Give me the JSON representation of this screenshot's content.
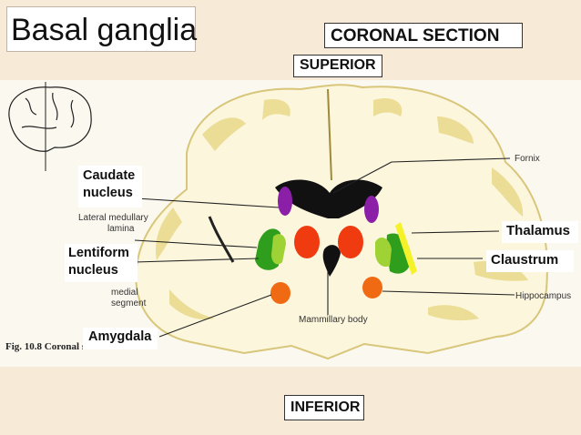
{
  "title": "Basal ganglia",
  "section_label": "CORONAL SECTION",
  "orientation": {
    "top": "SUPERIOR",
    "bottom": "INFERIOR"
  },
  "structure_labels": {
    "caudate_line1": "Caudate",
    "caudate_line2": "nucleus",
    "lentiform_line1": "Lentiform",
    "lentiform_line2": "nucleus",
    "amygdala": "Amygdala",
    "thalamus": "Thalamus",
    "claustrum": "Claustrum"
  },
  "printed_figure_labels": {
    "fornix": "Fornix",
    "lateral_medullary_line1": "Lateral medullary",
    "lateral_medullary_line2": "lamina",
    "medial_line1": "medial",
    "medial_line2": "segment",
    "hippocampus": "Hippocampus",
    "mammillary": "Mammillary body",
    "caption": "Fig. 10.8 Coronal section"
  },
  "colors": {
    "caudate": "#8b1fa8",
    "putamen": "#2e9e1c",
    "globus_pallidus": "#9fd234",
    "thalamus": "#f03a10",
    "amygdala": "#f06a14",
    "claustrum": "#f5f22a",
    "ventricle": "#111111",
    "white_matter": "#fbf6dc",
    "gray_matter": "#e9d98a"
  }
}
